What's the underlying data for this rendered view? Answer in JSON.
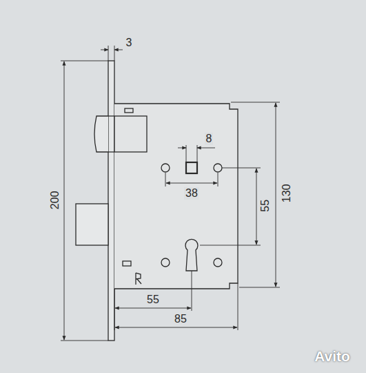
{
  "diagram": {
    "labels": [
      "3",
      "8",
      "38",
      "55",
      "130",
      "200",
      "55",
      "85",
      "Avito"
    ]
  }
}
